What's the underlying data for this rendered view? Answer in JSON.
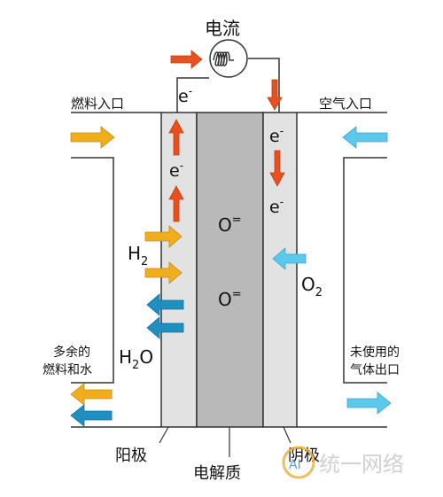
{
  "labels": {
    "current": "电流",
    "fuel_inlet": "燃料入口",
    "air_inlet": "空气入口",
    "excess_fuel_water_line1": "多余的",
    "excess_fuel_water_line2": "燃料和水",
    "unused_gas_line1": "未使用的",
    "unused_gas_line2": "气体出口",
    "anode": "阳极",
    "electrolyte": "电解质",
    "cathode": "阴极"
  },
  "species": {
    "electron": "e",
    "electron_charge": "-",
    "oxide_ion": "O",
    "oxide_charge": "=",
    "hydrogen": "H",
    "hydrogen_sub": "2",
    "oxygen": "O",
    "oxygen_sub": "2",
    "water_h": "H",
    "water_sub": "2",
    "water_o": "O"
  },
  "watermark": {
    "text": "统一网络",
    "badge": "AI"
  },
  "colors": {
    "electrode": "#e2e2e2",
    "electrolyte": "#b9b9b9",
    "outline": "#333333",
    "electron_arrow": "#e8501e",
    "fuel_arrow": "#f0ad1c",
    "exhaust_arrow": "#1f8fc0",
    "air_arrow": "#5cc8ec"
  }
}
